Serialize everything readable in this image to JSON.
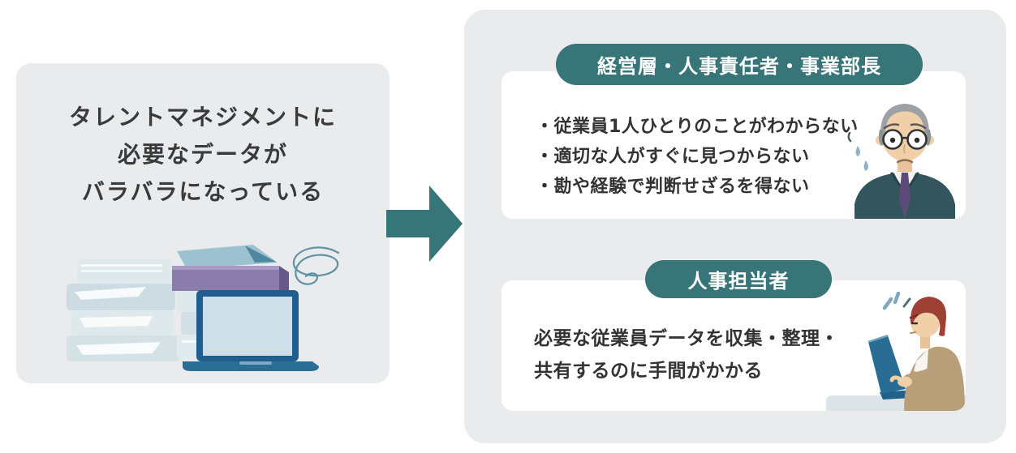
{
  "left_panel": {
    "title_lines": [
      "タレントマネジメントに",
      "必要なデータが",
      "バラバラになっている"
    ],
    "illustration": "scattered-books-papers-and-laptop",
    "scribble_icon": "scribble-spiral"
  },
  "arrow": {
    "name": "right-arrow",
    "direction": "right",
    "color": "#377578"
  },
  "right_panel": {
    "cards": [
      {
        "badge": "経営層・人事責任者・事業部長",
        "bullets": [
          "・従業員1人ひとりのことがわからない",
          "・適切な人がすぐに見つからない",
          "・勘や経験で判断せざるを得ない"
        ],
        "illustration": "worried-executive-with-glasses"
      },
      {
        "badge": "人事担当者",
        "lines": [
          "必要な従業員データを収集・整理・",
          "共有するのに手間がかかる"
        ],
        "illustration": "stressed-hr-staff-typing-on-laptop"
      }
    ]
  },
  "colors": {
    "teal_accent": "#377578",
    "panel_gray": "#e9ebed",
    "card_white": "#ffffff",
    "text_dark": "#333333",
    "headline_dark": "#3a3a3a",
    "suit_teal": "#32555e",
    "tie_purple": "#5c4a78",
    "jacket_tan": "#b99f79",
    "hair_auburn": "#9e4034",
    "laptop_blue": "#1f5e8f",
    "book_purple": "#8a7cab"
  }
}
